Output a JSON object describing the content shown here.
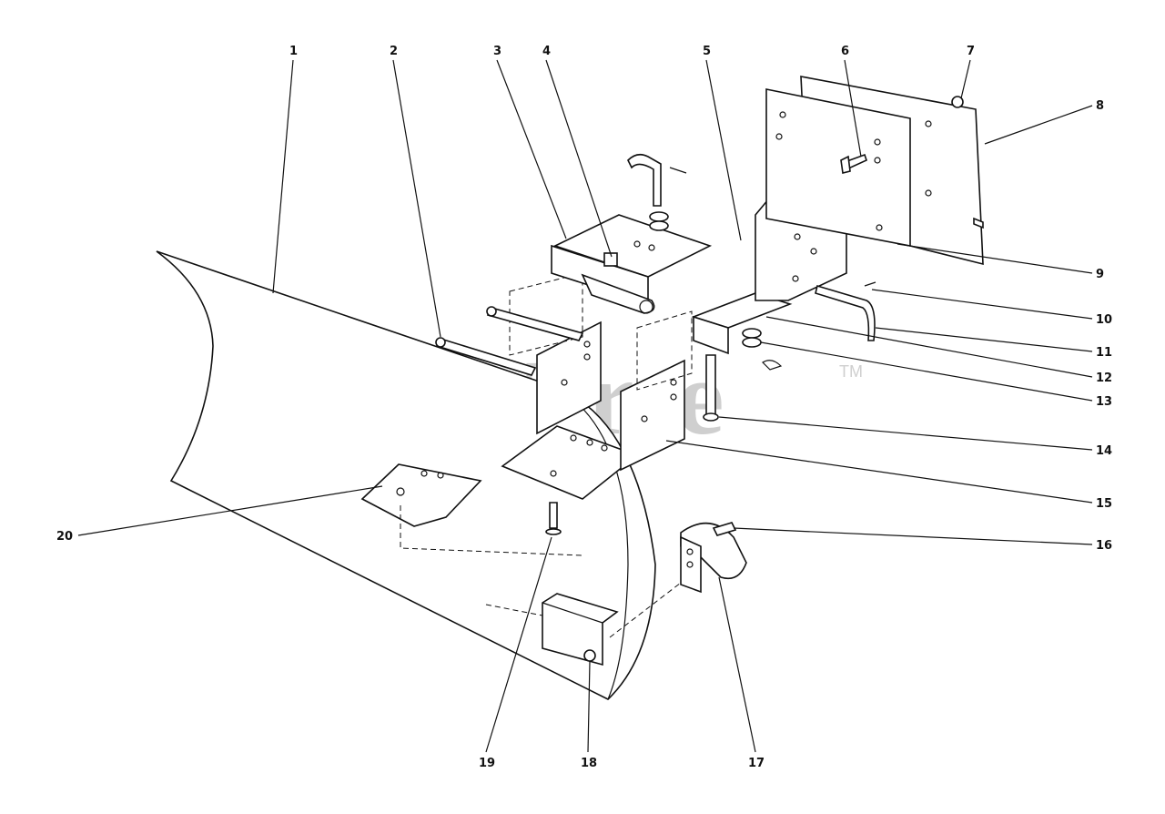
{
  "watermark": {
    "text": "PartsTree",
    "tm": "TM"
  },
  "callouts": [
    {
      "id": "1",
      "label": "1"
    },
    {
      "id": "2",
      "label": "2"
    },
    {
      "id": "3",
      "label": "3"
    },
    {
      "id": "4",
      "label": "4"
    },
    {
      "id": "5",
      "label": "5"
    },
    {
      "id": "6",
      "label": "6"
    },
    {
      "id": "7",
      "label": "7"
    },
    {
      "id": "8",
      "label": "8"
    },
    {
      "id": "9",
      "label": "9"
    },
    {
      "id": "10",
      "label": "10"
    },
    {
      "id": "11",
      "label": "11"
    },
    {
      "id": "12",
      "label": "12"
    },
    {
      "id": "13",
      "label": "13"
    },
    {
      "id": "14",
      "label": "14"
    },
    {
      "id": "15",
      "label": "15"
    },
    {
      "id": "16",
      "label": "16"
    },
    {
      "id": "17",
      "label": "17"
    },
    {
      "id": "18",
      "label": "18"
    },
    {
      "id": "19",
      "label": "19"
    },
    {
      "id": "20",
      "label": "20"
    }
  ]
}
